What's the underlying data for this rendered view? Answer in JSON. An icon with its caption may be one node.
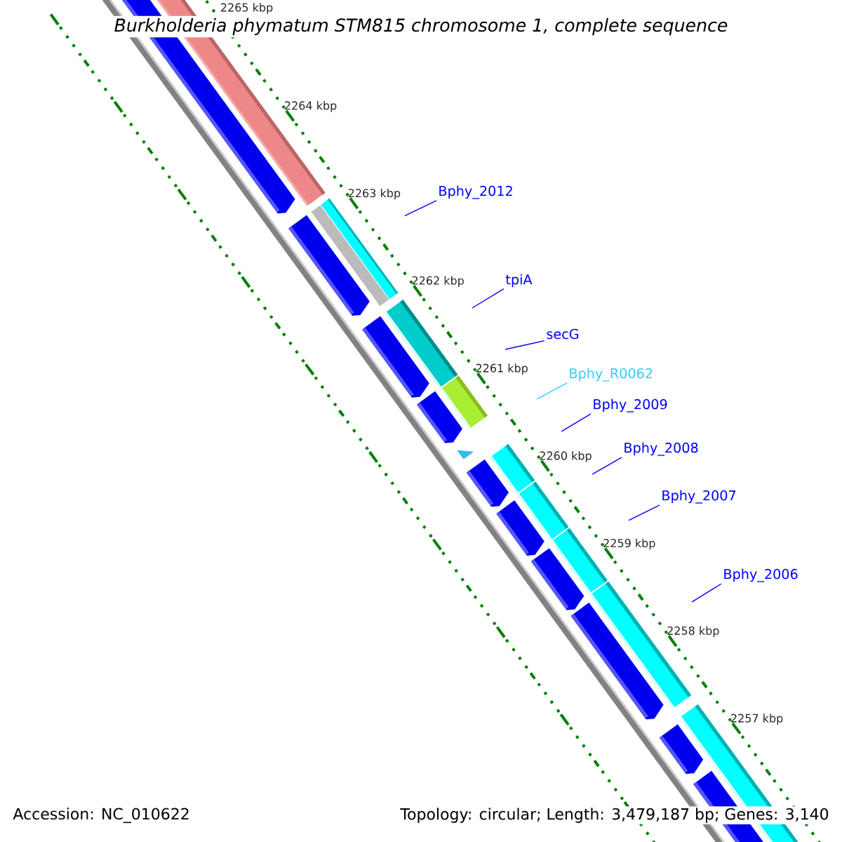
{
  "diagram": {
    "title": "Burkholderia phymatum STM815 chromosome 1, complete sequence",
    "nodes": [
      {
        "text": [
          "Bphy_2012"
        ]
      },
      {
        "text": [
          "tpiA"
        ]
      },
      {
        "text": [
          "secG"
        ]
      },
      {
        "text": [
          "Bphy_R0062"
        ]
      },
      {
        "text": [
          "Bphy_2009"
        ]
      },
      {
        "text": [
          "Bphy_2008"
        ]
      },
      {
        "text": [
          "Bphy_2007"
        ]
      },
      {
        "text": [
          "Bphy_2006"
        ]
      }
    ],
    "edges": [
      {
        "from": 0,
        "to": null,
        "arrow": "none"
      },
      {
        "from": 1,
        "to": null,
        "arrow": "none"
      },
      {
        "from": 2,
        "to": null,
        "arrow": "none"
      },
      {
        "from": 3,
        "to": null,
        "arrow": "none",
        "color": "#33ccff"
      },
      {
        "from": 4,
        "to": null,
        "arrow": "none"
      },
      {
        "from": 5,
        "to": null,
        "arrow": "none"
      },
      {
        "from": 6,
        "to": null,
        "arrow": "none"
      },
      {
        "from": 7,
        "to": null,
        "arrow": "none"
      }
    ],
    "labels": [
      "2265 kbp",
      "2264 kbp",
      "2263 kbp",
      "2262 kbp",
      "2261 kbp",
      "2260 kbp",
      "2259 kbp",
      "2258 kbp",
      "2257 kbp",
      "Accession: NC_010622",
      "Topology: circular; Length: 3,479,187 bp; Genes: 3,140"
    ]
  }
}
